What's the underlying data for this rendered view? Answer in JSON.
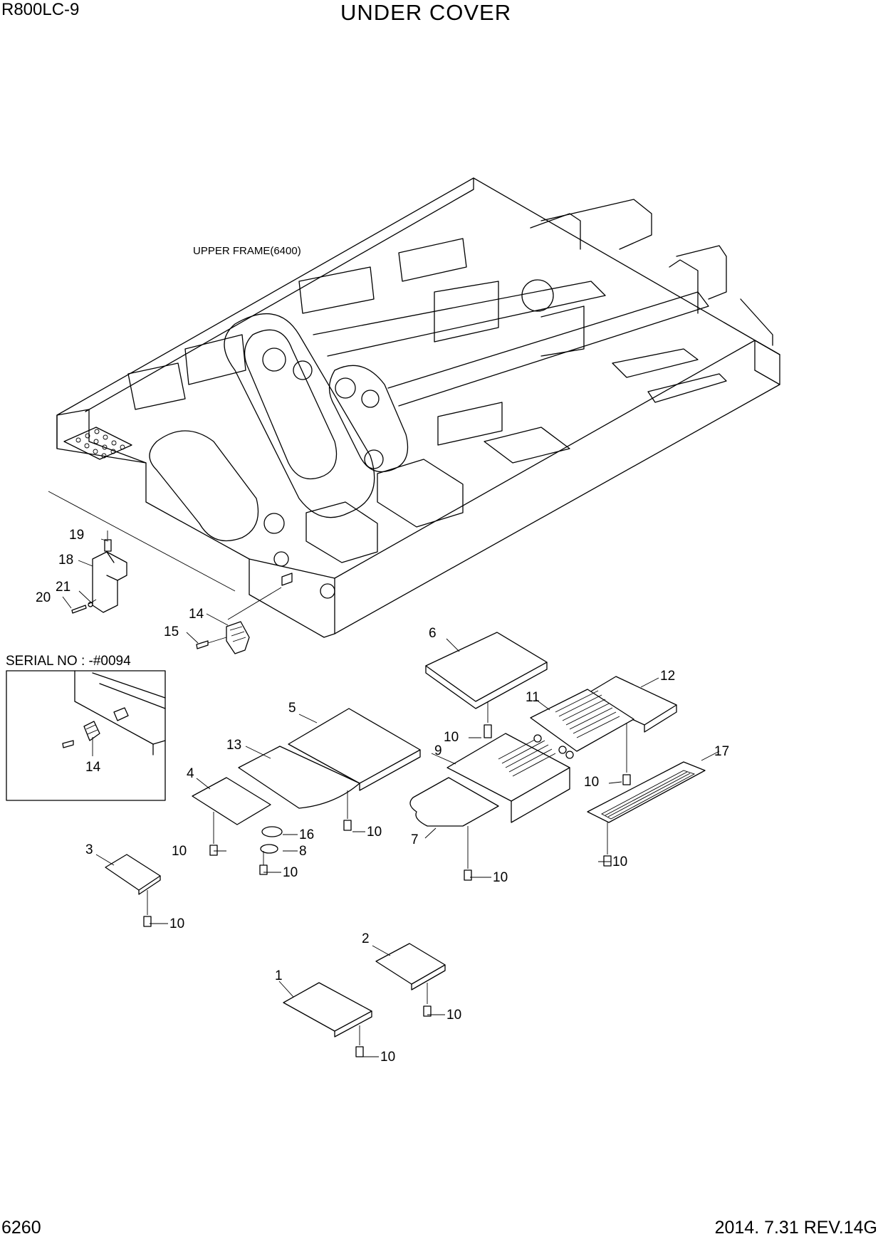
{
  "header": {
    "model": "R800LC-9",
    "title": "UNDER COVER"
  },
  "footer": {
    "page_number": "6260",
    "revision": "2014. 7.31  REV.14G"
  },
  "diagram": {
    "frame_label": "UPPER FRAME(6400)",
    "inset_label": "SERIAL NO : -#0094",
    "inset_callout": "14",
    "callouts": [
      "1",
      "2",
      "3",
      "4",
      "5",
      "6",
      "7",
      "8",
      "9",
      "10",
      "10",
      "10",
      "10",
      "10",
      "10",
      "10",
      "10",
      "10",
      "10",
      "11",
      "12",
      "13",
      "14",
      "15",
      "16",
      "17",
      "18",
      "19",
      "20",
      "21"
    ]
  }
}
